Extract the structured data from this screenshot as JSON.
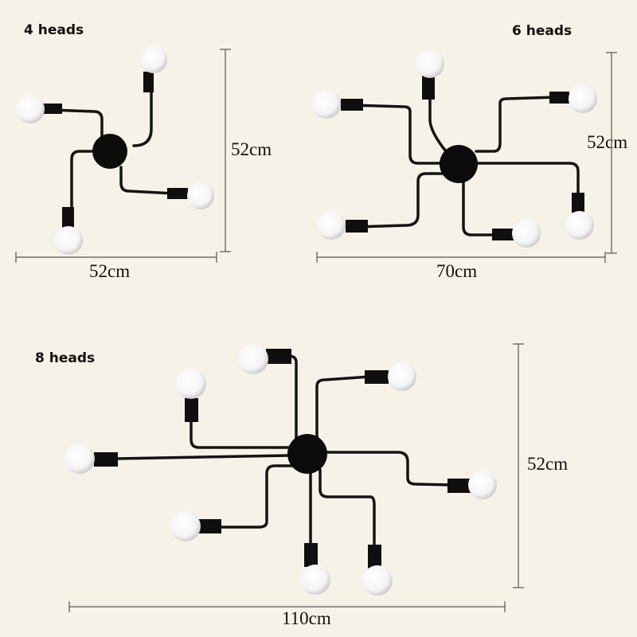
{
  "variants": [
    {
      "heads_label": "4 heads",
      "width_label": "52cm",
      "height_label": "52cm"
    },
    {
      "heads_label": "6 heads",
      "width_label": "70cm",
      "height_label": "52cm"
    },
    {
      "heads_label": "8 heads",
      "width_label": "110cm",
      "height_label": "52cm"
    }
  ],
  "colors": {
    "background": "#f6f2e8",
    "metal": "#141414",
    "bulb": "#ffffff"
  }
}
